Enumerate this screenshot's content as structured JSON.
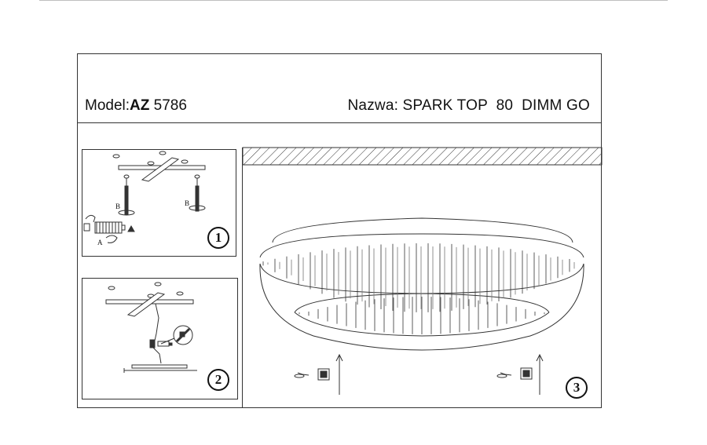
{
  "header": {
    "model_label": "Model:",
    "model_brand": "AZ",
    "model_number": "5786",
    "name_text": "Nazwa: SPARK TOP  80  DIMM GO"
  },
  "steps": [
    {
      "number": "1",
      "label_a": "A",
      "label_b1": "B",
      "label_b2": "B"
    },
    {
      "number": "2"
    },
    {
      "number": "3"
    }
  ],
  "colors": {
    "line": "#333333",
    "background": "#ffffff"
  },
  "icons": [
    "screw-icon",
    "wall-plug-icon",
    "hand-icon",
    "warning-icon",
    "connector-icon",
    "arrow-up-icon"
  ]
}
